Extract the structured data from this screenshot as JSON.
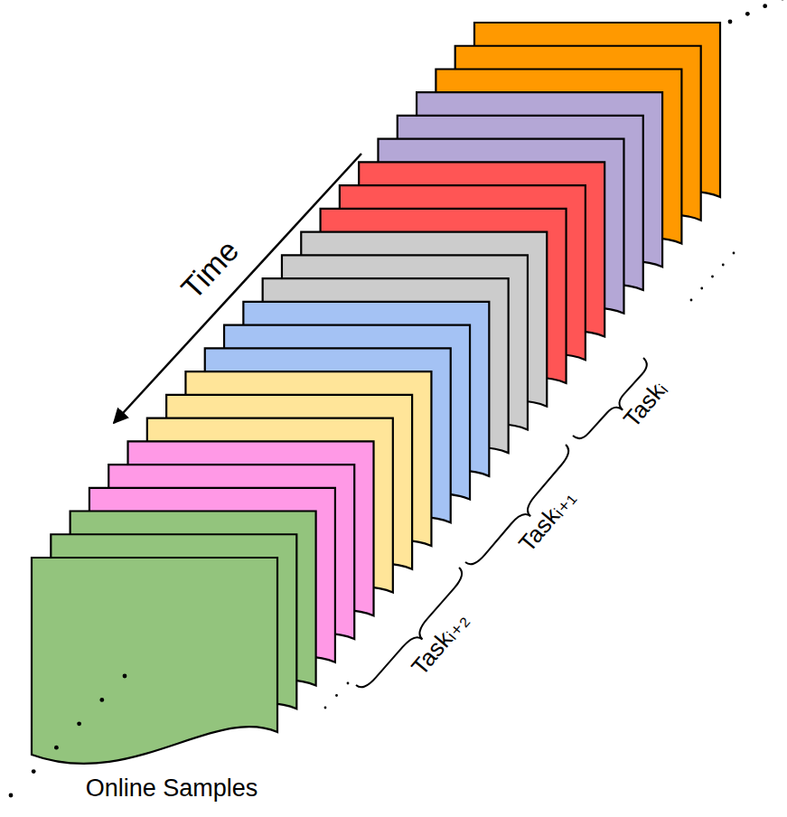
{
  "diagram": {
    "labels": [
      "Time",
      "Online Samples",
      "Taskᵢ",
      "Taskᵢ₊₁",
      "Taskᵢ₊₂"
    ]
  }
}
